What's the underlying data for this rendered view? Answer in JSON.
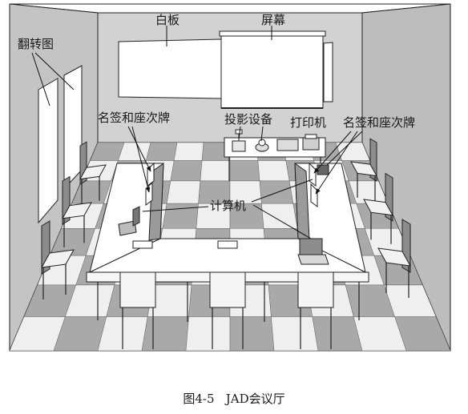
{
  "labels": {
    "whiteboard": "白板",
    "screen": "屏幕",
    "flipchart": "翻转图",
    "nameplate_left": "名签和座次牌",
    "nameplate_right": "名签和座次牌",
    "projector": "投影设备",
    "printer": "打印机",
    "computer": "计算机"
  },
  "caption": "图4-5   JAD会议厅",
  "colors": {
    "wall": "#c4c4c4",
    "back_wall": "#d2d2d2",
    "floor_dark": "#a9a9a9",
    "floor_light": "#efefef",
    "line": "#222222"
  }
}
